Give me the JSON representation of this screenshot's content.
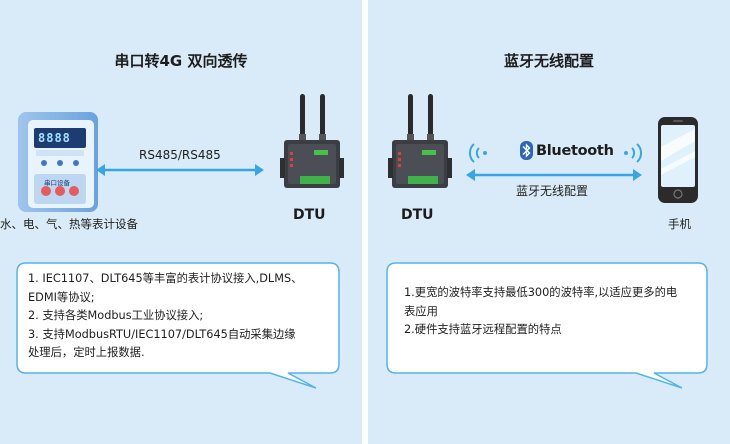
{
  "left": {
    "title": "串口转4G 双向透传",
    "meter_label": "水、电、气、热等表计设备",
    "meter_screen": "8888",
    "meter_caption": "串口设备",
    "link_label": "RS485/RS485",
    "dtu_label": "DTU",
    "bubble_lines": [
      "1. IEC1107、DLT645等丰富的表计协议接入,DLMS、",
      "EDMI等协议;",
      "2. 支持各类Modbus工业协议接入;",
      "3. 支持ModbusRTU/IEC1107/DLT645自动采集边缘",
      "处理后，定时上报数据."
    ]
  },
  "right": {
    "title": "蓝牙无线配置",
    "dtu_label": "DTU",
    "bluetooth_word": "Bluetooth",
    "link_label": "蓝牙无线配置",
    "phone_label": "手机",
    "bubble_lines": [
      "1.更宽的波特率支持最低300的波特率,以适应更多的电",
      "表应用",
      "2.硬件支持蓝牙远程配置的特点"
    ]
  },
  "colors": {
    "panel_bg": "#d9ebf8",
    "accent_blue": "#39a6e3",
    "bubble_border": "#53b4ea"
  },
  "icons": [
    "electric-meter-icon",
    "dtu-router-icon",
    "bluetooth-icon",
    "wifi-wave-icon",
    "smartphone-icon"
  ]
}
